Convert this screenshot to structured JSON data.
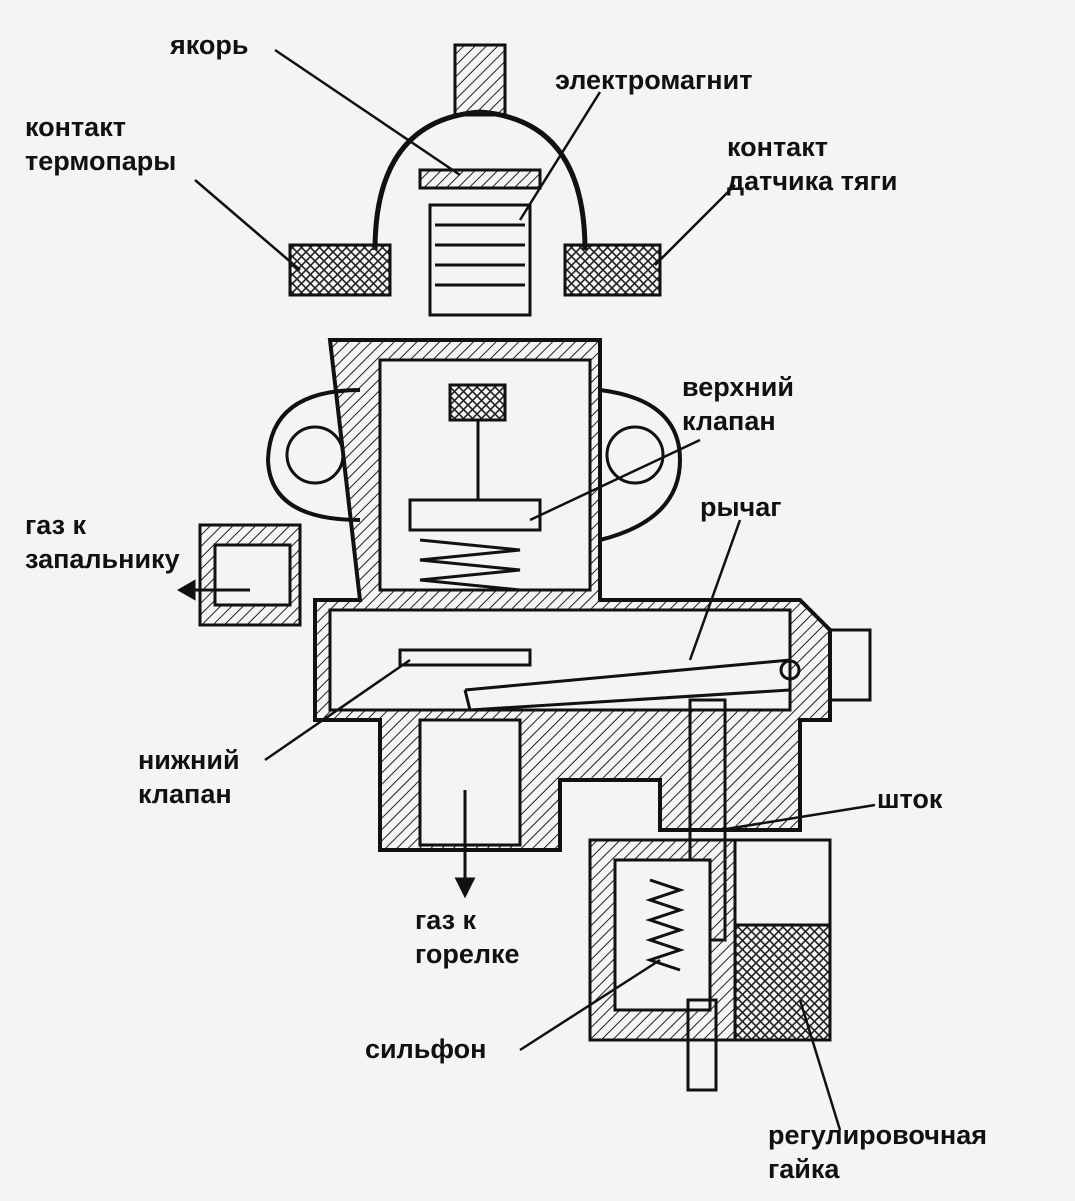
{
  "labels": {
    "armature": "якорь",
    "electromagnet": "электромагнит",
    "thermocouple_contact": [
      "контакт",
      "термопары"
    ],
    "draft_sensor_contact": [
      "контакт",
      "датчика тяги"
    ],
    "upper_valve": [
      "верхний",
      "клапан"
    ],
    "pilot_gas": [
      "газ к",
      "запальнику"
    ],
    "lever": "рычаг",
    "lower_valve": [
      "нижний",
      "клапан"
    ],
    "stem": "шток",
    "burner_gas": [
      "газ к",
      "горелке"
    ],
    "bellows": "сильфон",
    "adjusting_nut": [
      "регулировочная",
      "гайка"
    ]
  },
  "colors": {
    "ink": "#111111",
    "paper": "#f4f4f2"
  }
}
